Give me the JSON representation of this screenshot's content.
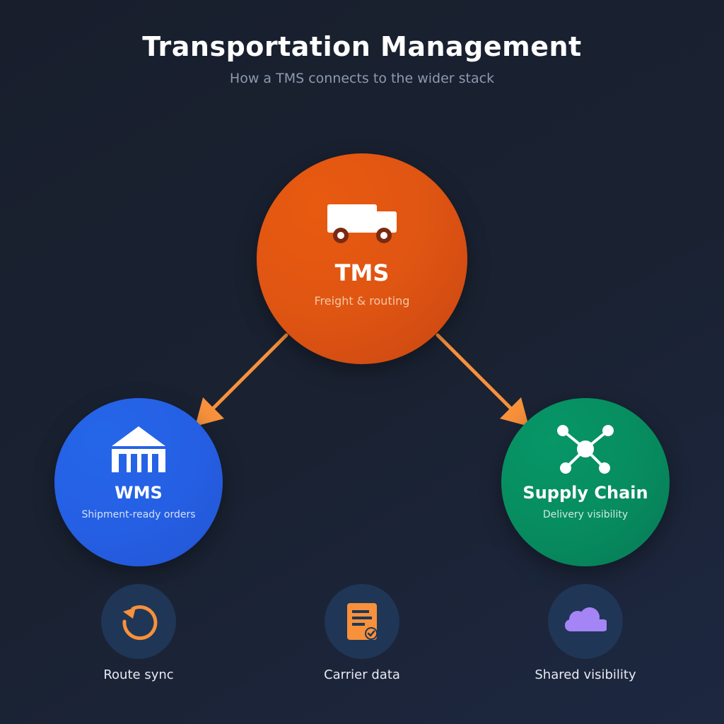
{
  "header": {
    "title": "Transportation Management",
    "subtitle": "How a TMS connects to the wider stack"
  },
  "nodes": {
    "tms": {
      "label": "TMS",
      "sublabel": "Freight & routing",
      "icon": "truck-icon",
      "color": "#df5512"
    },
    "wms": {
      "label": "WMS",
      "sublabel": "Shipment-ready orders",
      "icon": "warehouse-icon",
      "color": "#2560e4"
    },
    "supply_chain": {
      "label": "Supply Chain",
      "sublabel": "Delivery visibility",
      "icon": "network-icon",
      "color": "#078d60"
    }
  },
  "connections": {
    "arrow_color": "#f7913b",
    "edges": [
      {
        "from": "TMS",
        "to": "WMS"
      },
      {
        "from": "TMS",
        "to": "Supply Chain"
      }
    ]
  },
  "features": [
    {
      "label": "Route sync",
      "icon": "refresh-icon",
      "color": "#f7913b"
    },
    {
      "label": "Carrier data",
      "icon": "document-check-icon",
      "color": "#f7913b"
    },
    {
      "label": "Shared visibility",
      "icon": "cloud-icon",
      "color": "#a584f5"
    }
  ]
}
